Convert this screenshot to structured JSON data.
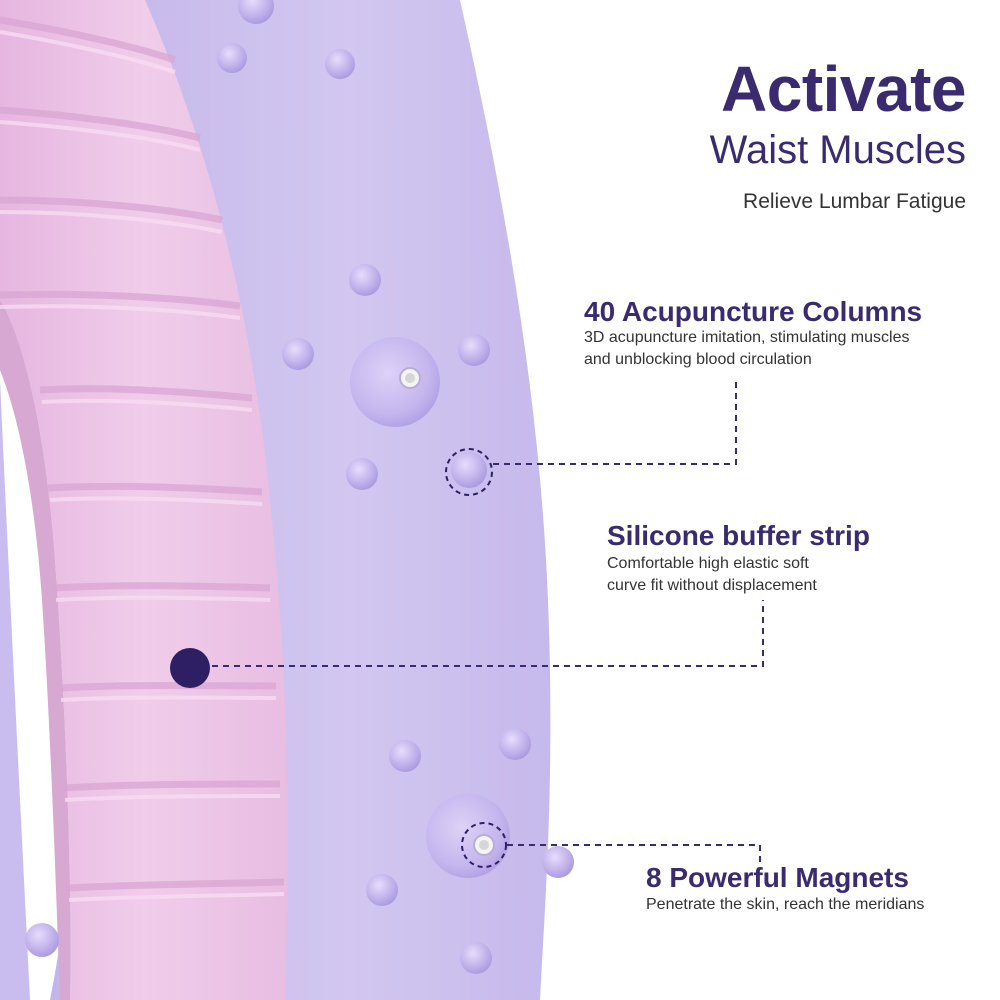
{
  "headline": {
    "title": "Activate",
    "subtitle": "Waist Muscles",
    "tagline": "Relieve Lumbar Fatigue"
  },
  "features": [
    {
      "title": "40 Acupuncture Columns",
      "desc_line1": "3D acupuncture imitation, stimulating muscles",
      "desc_line2": "and unblocking blood circulation"
    },
    {
      "title": "Silicone buffer strip",
      "desc_line1": "Comfortable high elastic soft",
      "desc_line2": "curve fit without displacement"
    },
    {
      "title": "8 Powerful Magnets",
      "desc_line1": "Penetrate the skin, reach the meridians",
      "desc_line2": ""
    }
  ],
  "colors": {
    "heading": "#3a2a6e",
    "band": "#cec2ee",
    "strip": "#ecc3e6",
    "accent_dot": "#2e1f64",
    "leader": "#3a2a6e"
  }
}
